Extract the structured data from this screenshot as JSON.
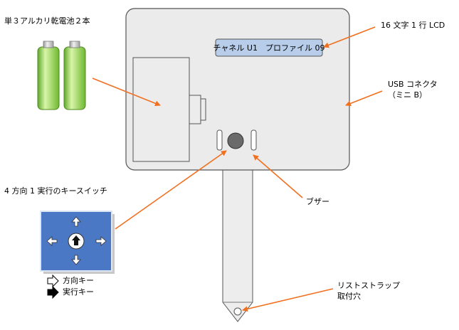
{
  "labels": {
    "battery": "単３アルカリ乾電池２本",
    "lcd": "16 文字 1 行 LCD",
    "usb_line1": "USB コネクタ",
    "usb_line2": "（ミニ B）",
    "keyswitch": "4 方向 1 実行のキースイッチ",
    "buzzer": "ブザー",
    "strap_line1": "リストストラップ",
    "strap_line2": "取付穴",
    "legend_direction": "方向キー",
    "legend_execute": "実行キー"
  },
  "lcd_display": "チャネル U1　プロファイル 09",
  "colors": {
    "device_body": "#ebebeb",
    "lcd_background": "#b7cde9",
    "battery_green": "#8ccf3a",
    "keypad_blue": "#4a78c4",
    "callout_arrow": "#f07020",
    "outline": "#555555"
  }
}
